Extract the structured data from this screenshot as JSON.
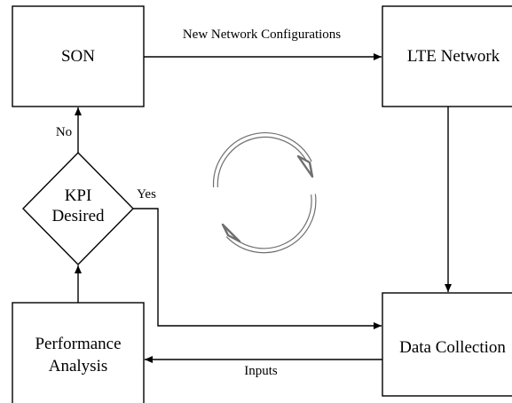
{
  "nodes": {
    "son": "SON",
    "lte_network": "LTE Network",
    "kpi_line1": "KPI",
    "kpi_line2": "Desired",
    "performance_line1": "Performance",
    "performance_line2": "Analysis",
    "data_collection": "Data Collection"
  },
  "edges": {
    "new_config": "New Network Configurations",
    "no": "No",
    "yes": "Yes",
    "inputs": "Inputs"
  },
  "icon": "cycle-arrows-icon"
}
